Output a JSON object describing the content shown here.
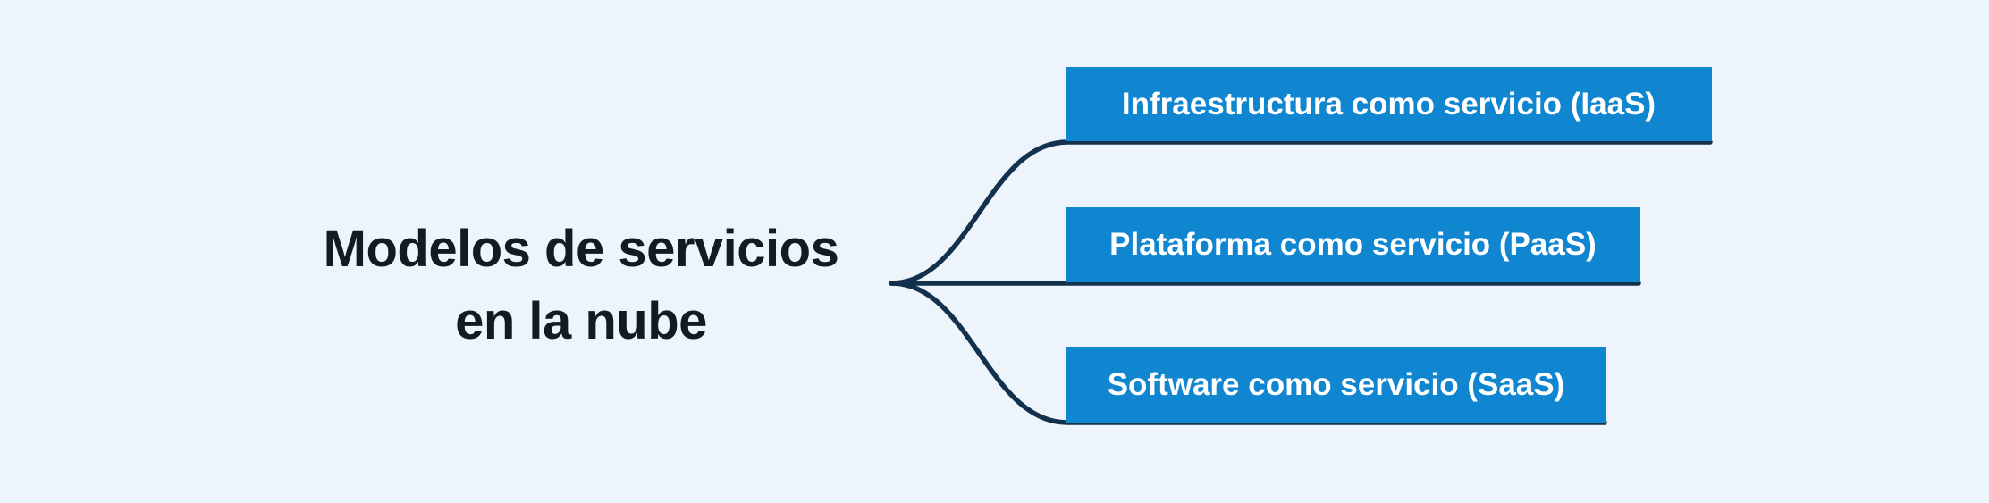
{
  "diagram": {
    "type": "mindmap",
    "root": {
      "label": "Modelos de servicios\nen la nube"
    },
    "branches": [
      {
        "id": "iaas",
        "label": "Infraestructura como servicio (IaaS)"
      },
      {
        "id": "paas",
        "label": "Plataforma como servicio (PaaS)"
      },
      {
        "id": "saas",
        "label": "Software como servicio (SaaS)"
      }
    ]
  },
  "colors": {
    "background": "#edf4fb",
    "node_bg": "#1086d1",
    "node_text": "#ffffff",
    "line": "#13304d",
    "root_text": "#131a24"
  }
}
